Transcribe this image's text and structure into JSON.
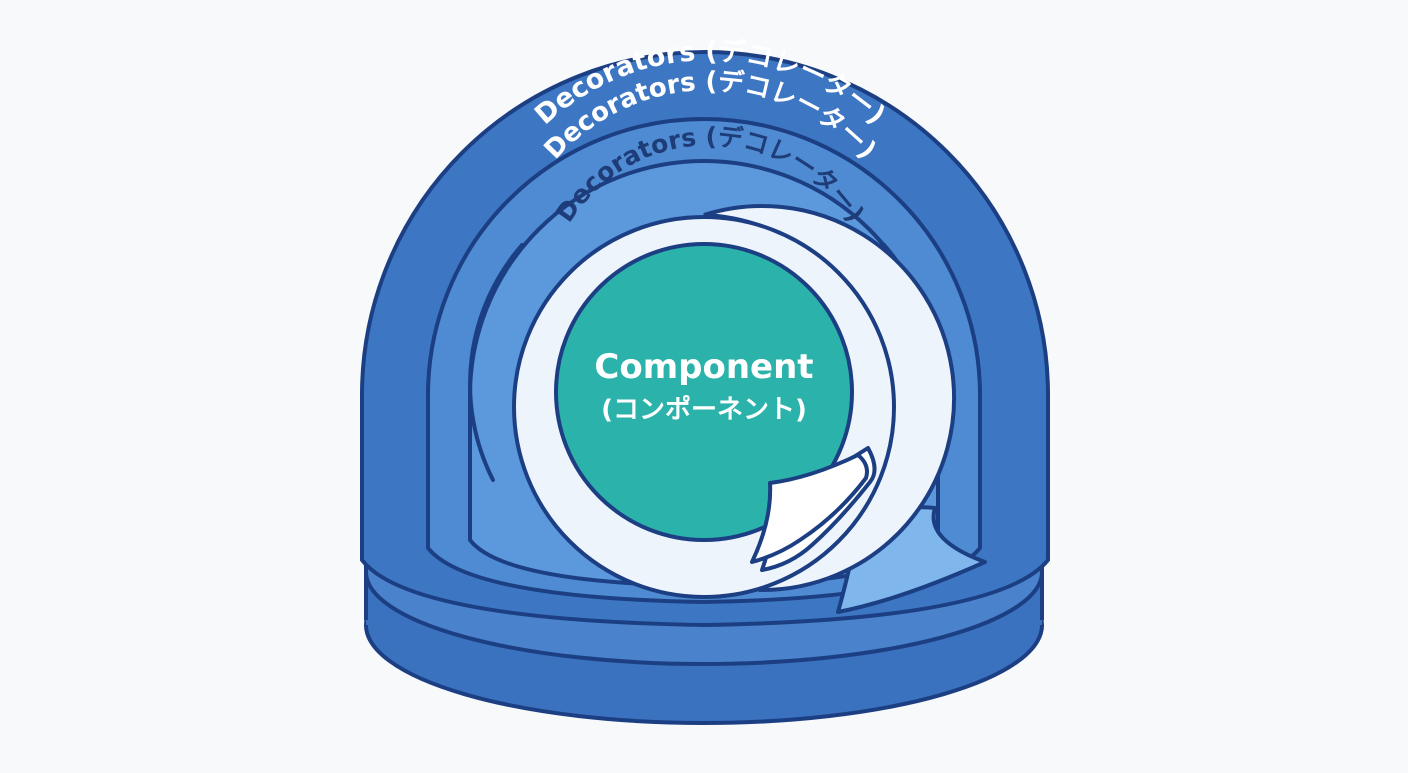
{
  "diagram": {
    "layers": [
      {
        "label": "Decorators (デコレーター)"
      },
      {
        "label": "Decorators (デコレーター)"
      },
      {
        "label": "Decorators (デコレーター)"
      }
    ],
    "core": {
      "title": "Component",
      "subtitle": "(コンポーネント)"
    }
  },
  "colors": {
    "background": "#f7f9fa",
    "outline": "#1c3f84",
    "outer_layer": "#3d77c3",
    "middle_layer": "#4f8bd2",
    "inner_layer": "#6aa6e4",
    "white_ring": "#eef4fb",
    "core_fill": "#2bb3ab",
    "peel_light": "#7fb6ec",
    "label_light": "#ffffff",
    "label_dark": "#1d3c78"
  }
}
